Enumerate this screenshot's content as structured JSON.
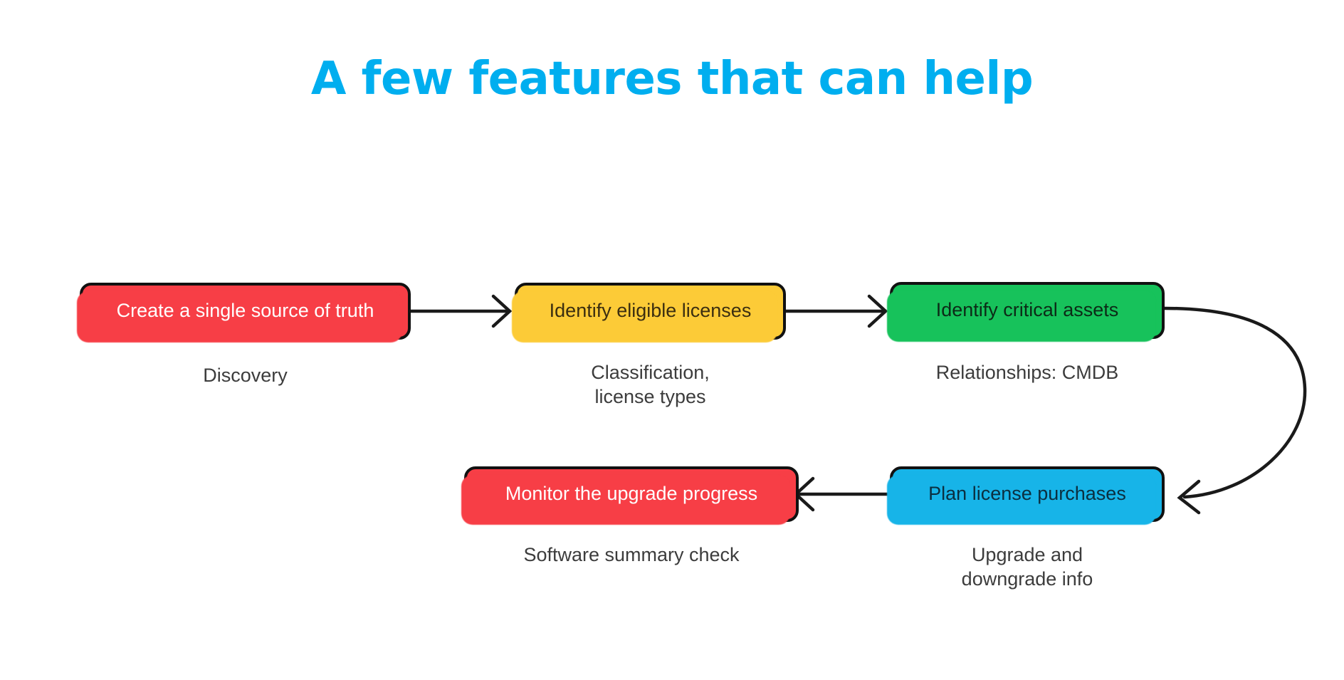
{
  "slide": {
    "background_color": "#ffffff",
    "title": "A few features that can help",
    "title_color": "#00AEEF",
    "caption_color": "#3C3C3C"
  },
  "nodes": [
    {
      "id": "create-single-source-of-truth",
      "label": "Create a single source of truth",
      "caption": "Discovery",
      "fill_color": "#F73E46",
      "text_color": "#FFFFFF",
      "border_color": "#111111",
      "row": 1,
      "order": 1
    },
    {
      "id": "identify-eligible-licenses",
      "label": "Identify eligible licenses",
      "caption_line1": "Classification,",
      "caption_line2": "license types",
      "fill_color": "#FCCB37",
      "text_color": "#3B2E10",
      "border_color": "#111111",
      "row": 1,
      "order": 2
    },
    {
      "id": "identify-critical-assets",
      "label": "Identify critical assets",
      "caption": "Relationships: CMDB",
      "fill_color": "#17C25B",
      "text_color": "#0C2A17",
      "border_color": "#111111",
      "row": 1,
      "order": 3
    },
    {
      "id": "monitor-the-upgrade-progress",
      "label": "Monitor the upgrade progress",
      "caption": "Software summary check",
      "fill_color": "#F73E46",
      "text_color": "#FFFFFF",
      "border_color": "#111111",
      "row": 2,
      "order": 2
    },
    {
      "id": "plan-license-purchases",
      "label": "Plan license purchases",
      "caption_line1": "Upgrade and",
      "caption_line2": "downgrade info",
      "fill_color": "#17B4E8",
      "text_color": "#0B2F40",
      "border_color": "#111111",
      "row": 2,
      "order": 3
    }
  ],
  "connectors": [
    {
      "id": "arrow-truth-to-licenses",
      "from": "create-single-source-of-truth",
      "to": "identify-eligible-licenses",
      "shape": "straight",
      "direction": "right",
      "color": "#1A1A1A"
    },
    {
      "id": "arrow-licenses-to-assets",
      "from": "identify-eligible-licenses",
      "to": "identify-critical-assets",
      "shape": "straight",
      "direction": "right",
      "color": "#1A1A1A"
    },
    {
      "id": "arrow-assets-to-plan",
      "from": "identify-critical-assets",
      "to": "plan-license-purchases",
      "shape": "curved",
      "direction": "left",
      "color": "#1A1A1A"
    },
    {
      "id": "arrow-plan-to-monitor",
      "from": "plan-license-purchases",
      "to": "monitor-the-upgrade-progress",
      "shape": "straight",
      "direction": "left",
      "color": "#1A1A1A"
    }
  ]
}
